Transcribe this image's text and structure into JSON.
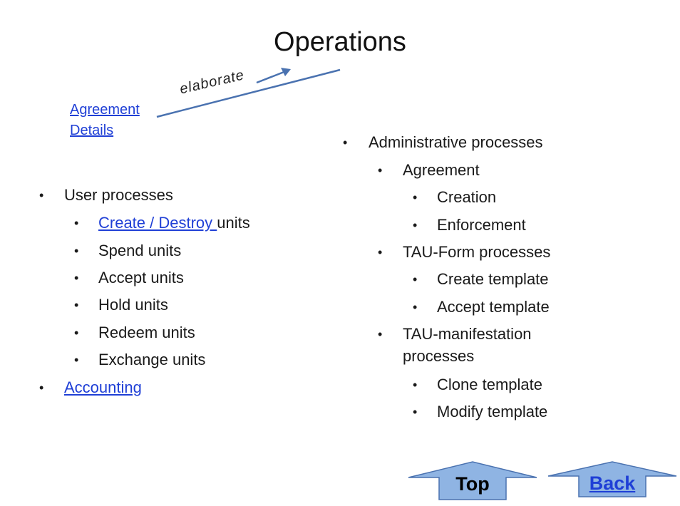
{
  "title": "Operations",
  "agreement_link": {
    "line1": "Agreement",
    "line2": "Details"
  },
  "arrow_label": "elaborate",
  "bullet_symbol": "•",
  "left_list": {
    "item0": "User processes",
    "item1_link": "Create / Destroy ",
    "item1_rest": "units",
    "item2": "Spend units",
    "item3": "Accept units",
    "item4": "Hold units",
    "item5": "Redeem units",
    "item6": "Exchange units",
    "item7_link": "Accounting"
  },
  "right_list": {
    "item0": "Administrative processes",
    "item1": "Agreement",
    "item2": "Creation",
    "item3": "Enforcement",
    "item4": "TAU-Form processes",
    "item5": "Create template",
    "item6": "Accept template",
    "item7_line1": "TAU-manifestation",
    "item7_line2": "processes",
    "item8": "Clone template",
    "item9": "Modify template"
  },
  "nav": {
    "top_label": "Top",
    "back_label": "Back"
  },
  "colors": {
    "link": "#1f3fd6",
    "arrow_line": "#4a72b0",
    "button_fill": "#8fb4e3",
    "button_border": "#4a72b0"
  }
}
